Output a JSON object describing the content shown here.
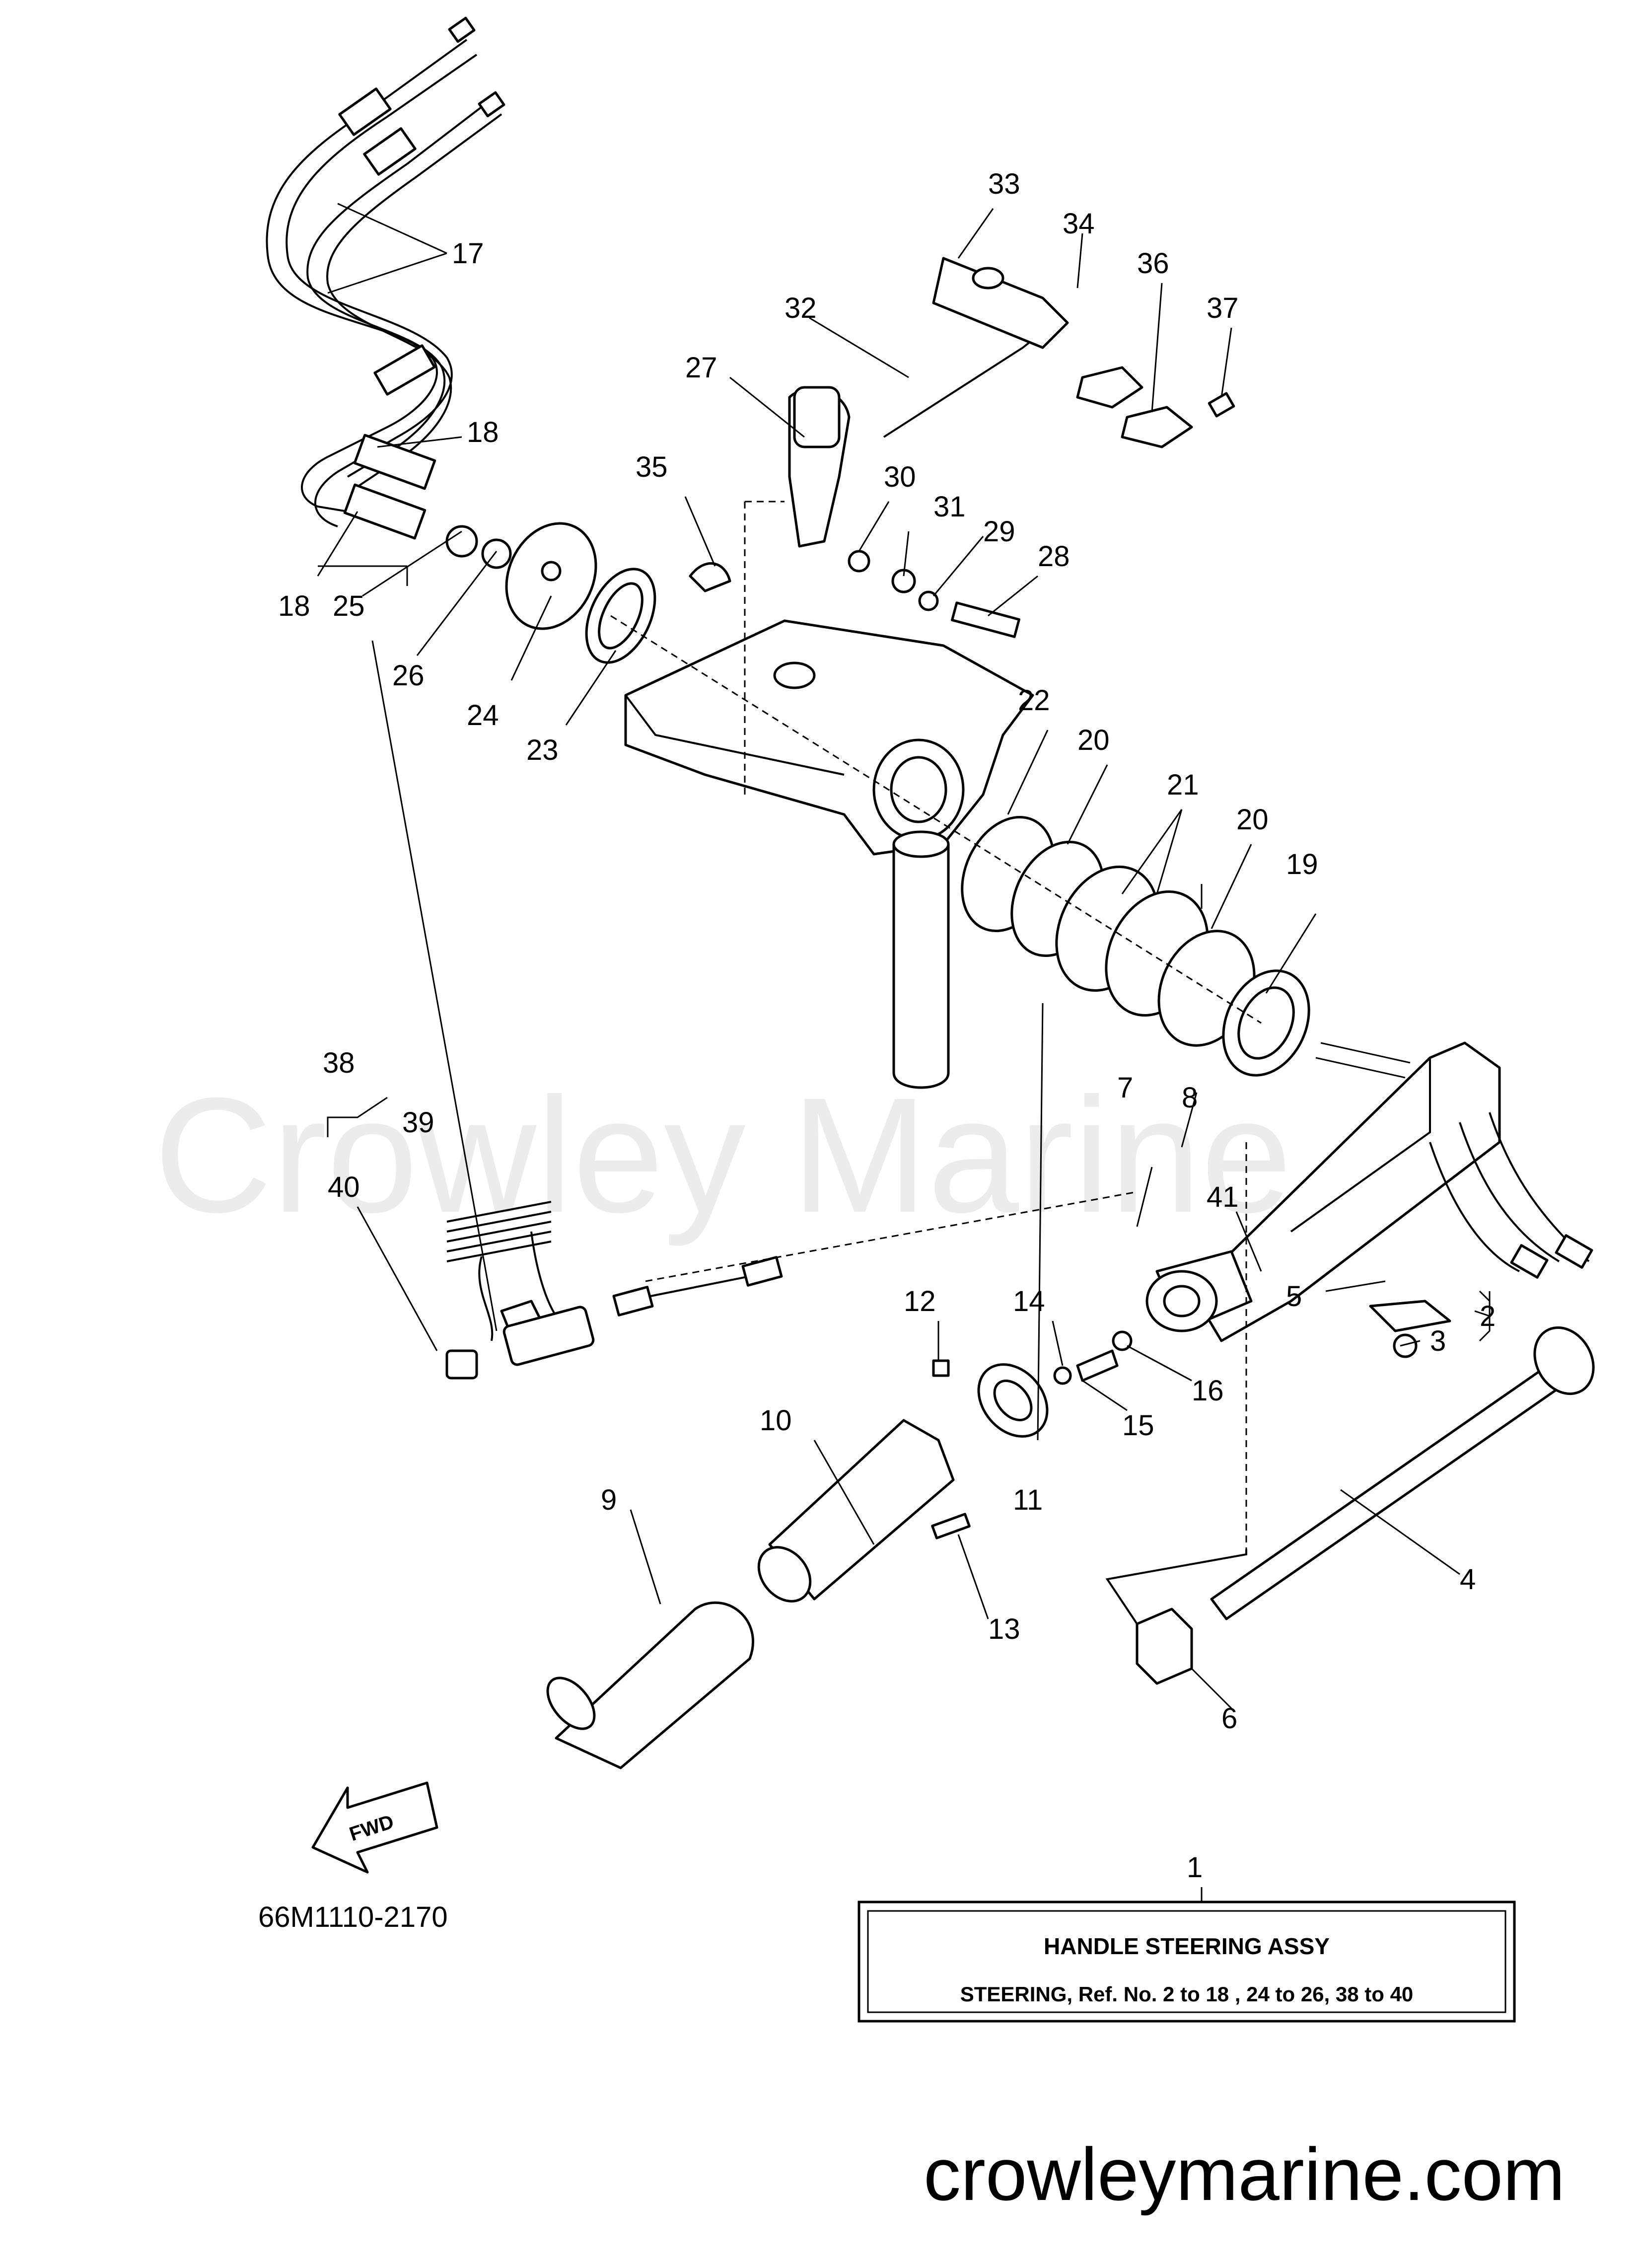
{
  "watermark": "Crowley Marine",
  "footer_url": "crowleymarine.com",
  "diagram_code": "66M1110-2170",
  "direction_badge": "FWD",
  "info_box": {
    "ref_number": "1",
    "title": "HANDLE STEERING ASSY",
    "subtitle": "STEERING, Ref. No. 2 to 18 , 24 to 26, 38 to 40"
  },
  "callouts": [
    "1",
    "2",
    "3",
    "4",
    "5",
    "6",
    "7",
    "8",
    "9",
    "10",
    "11",
    "12",
    "13",
    "14",
    "15",
    "16",
    "17",
    "18",
    "18",
    "19",
    "20",
    "20",
    "21",
    "22",
    "23",
    "24",
    "25",
    "26",
    "27",
    "28",
    "29",
    "30",
    "31",
    "32",
    "33",
    "34",
    "35",
    "36",
    "37",
    "38",
    "39",
    "40",
    "41"
  ]
}
